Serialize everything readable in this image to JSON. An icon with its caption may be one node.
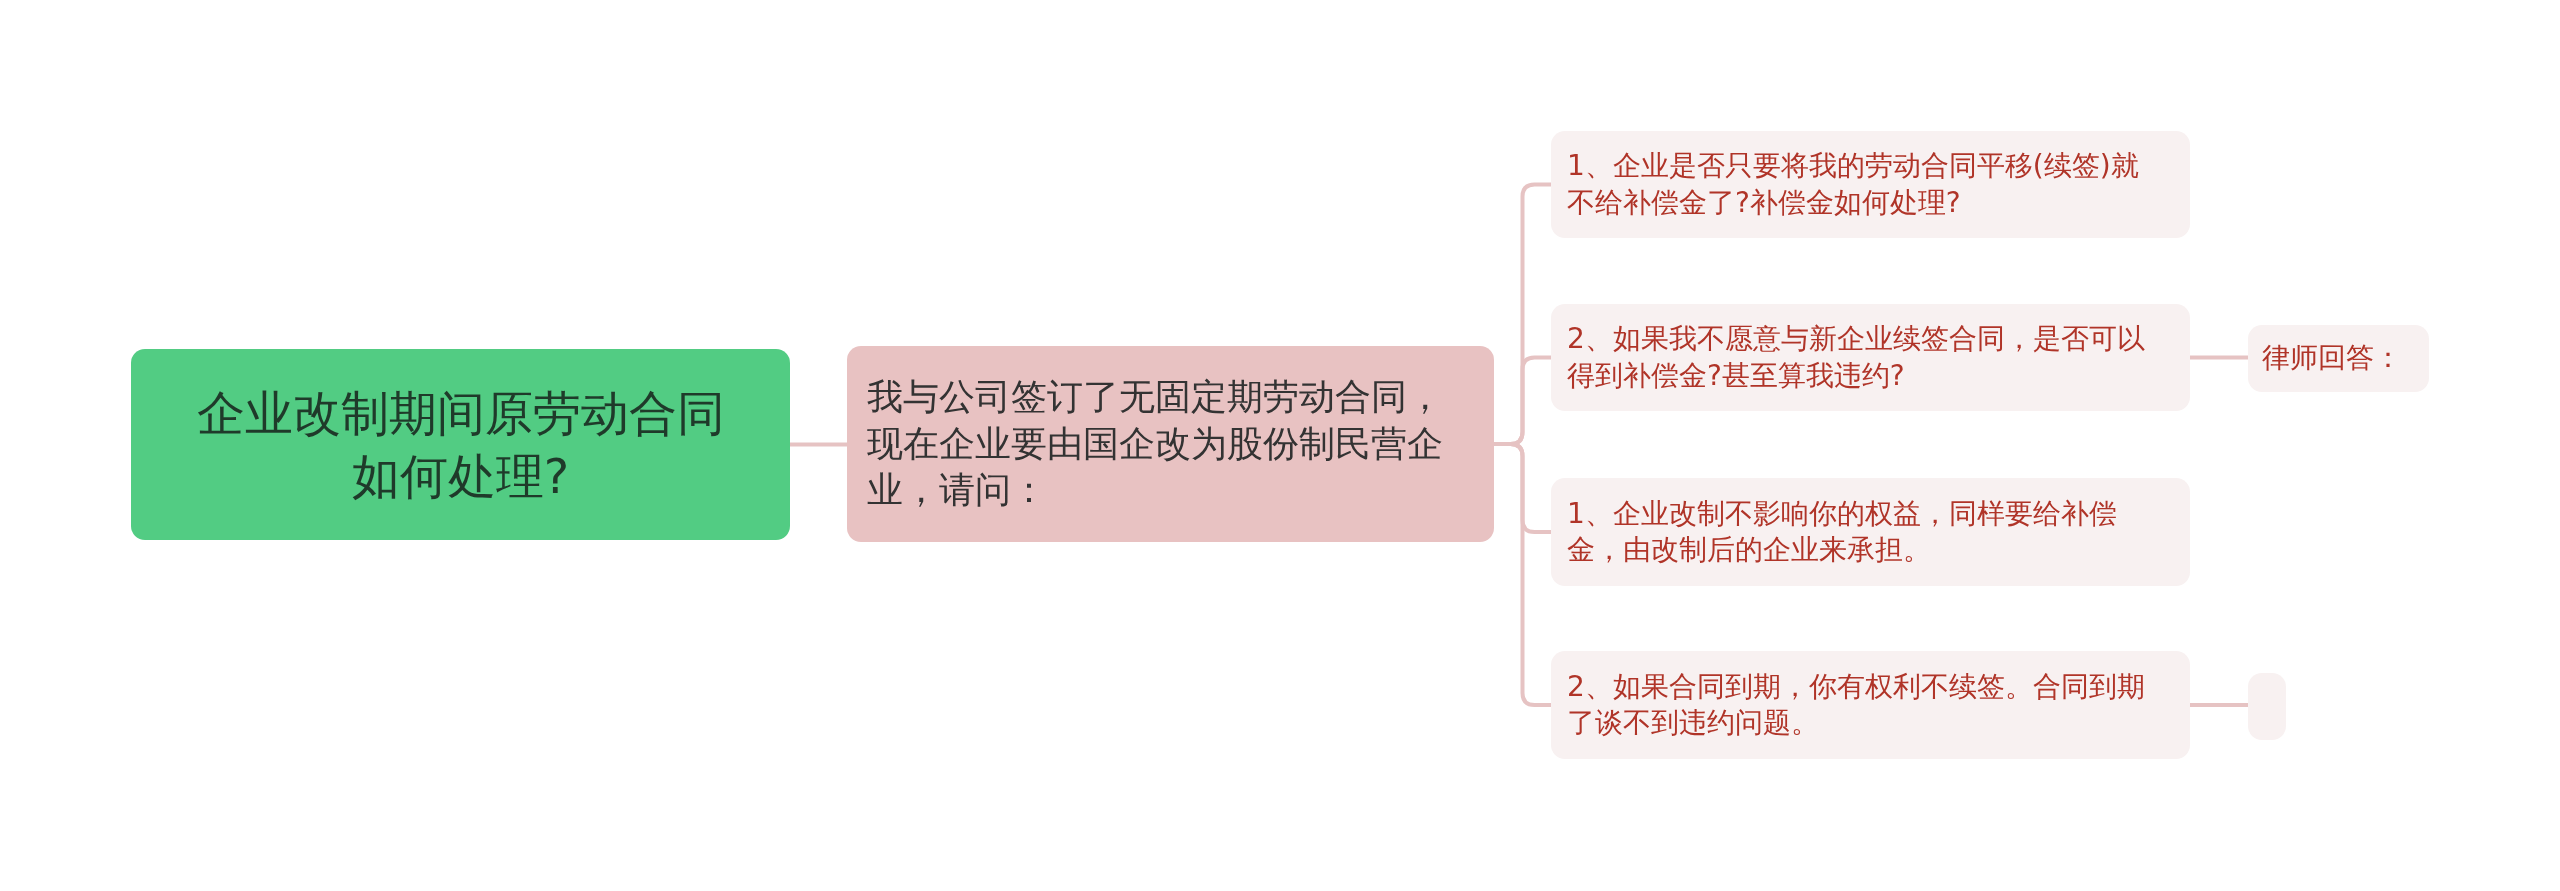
{
  "diagram": {
    "nodes": [
      {
        "text": [
          "企业改制期间原劳动合同如何处理?"
        ]
      },
      {
        "text": [
          "我与公司签订了无固定期劳动合同，现在企业要由国企改为股份制民营企业，请问："
        ]
      },
      {
        "text": [
          "1、企业是否只要将我的劳动合同平移(续签)就不给补偿金了?补偿金如何处理?"
        ]
      },
      {
        "text": [
          "2、如果我不愿意与新企业续签合同，是否可以得到补偿金?甚至算我违约?"
        ]
      },
      {
        "text": [
          "1、企业改制不影响你的权益，同样要给补偿金，由改制后的企业来承担。"
        ]
      },
      {
        "text": [
          "2、如果合同到期，你有权利不续签。合同到期了谈不到违约问题。"
        ]
      },
      {
        "text": [
          "律师回答："
        ]
      },
      {
        "text": [],
        "shape": "box"
      }
    ],
    "edges": [
      {
        "from": 0,
        "to": 1,
        "arrow": "none"
      },
      {
        "from": 1,
        "to": 2,
        "arrow": "none"
      },
      {
        "from": 1,
        "to": 3,
        "arrow": "none"
      },
      {
        "from": 1,
        "to": 4,
        "arrow": "none"
      },
      {
        "from": 1,
        "to": 5,
        "arrow": "none"
      },
      {
        "from": 3,
        "to": 6,
        "arrow": "none"
      },
      {
        "from": 5,
        "to": 7,
        "arrow": "none"
      }
    ]
  }
}
